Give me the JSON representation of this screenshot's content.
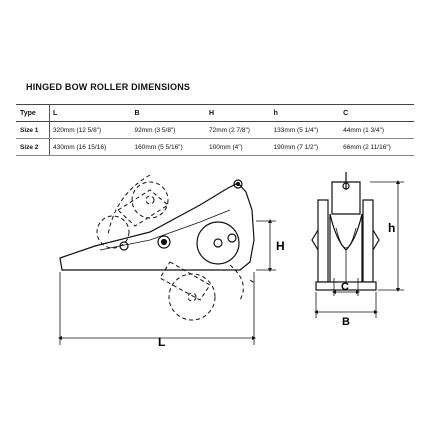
{
  "title": "HINGED BOW ROLLER DIMENSIONS",
  "table": {
    "header": [
      "Type",
      "L",
      "B",
      "H",
      "h",
      "C"
    ],
    "rows": [
      [
        "Size 1",
        "320mm (12 5/8\")",
        "92mm (3 5/8\")",
        "72mm (2 7/8\")",
        "133mm (5 1/4\")",
        "44mm (1 3/4\")"
      ],
      [
        "Size 2",
        "430mm (16 15/16)",
        "160mm (5 5/16\")",
        "100mm (4\")",
        "190mm (7 1/2\")",
        "66mm (2 11/16\")"
      ]
    ]
  },
  "diagram": {
    "labels": {
      "L": "L",
      "H": "H",
      "h": "h",
      "B": "B",
      "C": "C"
    }
  }
}
